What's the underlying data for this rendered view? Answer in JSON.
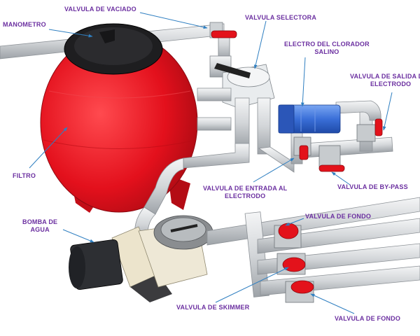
{
  "colors": {
    "label": "#6b2fa0",
    "pointer": "#2f7fc1",
    "tank_red": "#e8101e",
    "pipe": "#d7dadd",
    "valve_red": "#e3121b",
    "chlorinator_blue": "#3a6fd8"
  },
  "labels": {
    "manometro": "MANOMETRO",
    "valvula_vaciado": "VALVULA DE VACIADO",
    "valvula_selectora": "VALVULA SELECTORA",
    "electro_line1": "ELECTRO DEL CLORADOR",
    "electro_line2": "SALINO",
    "salida_line1": "VALVULA DE SALIDA DEL",
    "salida_line2": "ELECTRODO",
    "filtro": "FILTRO",
    "entrada_line1": "VALVULA DE ENTRADA AL",
    "entrada_line2": "ELECTRODO",
    "by_pass": "VALVULA DE BY-PASS",
    "bomba_line1": "BOMBA DE",
    "bomba_line2": "AGUA",
    "fondo_1": "VALVULA DE FONDO",
    "skimmer": "VALVULA DE SKIMMER",
    "fondo_2": "VALVULA DE FONDO"
  },
  "icons": [
    "pointer-arrow-icon"
  ]
}
